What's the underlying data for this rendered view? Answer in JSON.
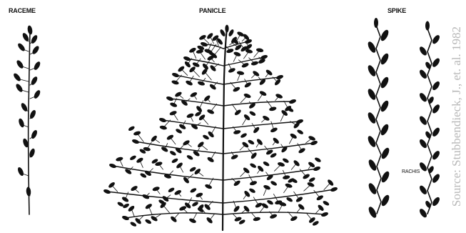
{
  "labels": {
    "raceme": "RACEME",
    "panicle": "PANICLE",
    "spike": "SPIKE",
    "rachis": "RACHIS"
  },
  "credit": "Source: Stubbendieck, J., et. al. 1982",
  "colors": {
    "ink": "#111111",
    "credit": "#b8b8b8",
    "background": "#ffffff"
  }
}
